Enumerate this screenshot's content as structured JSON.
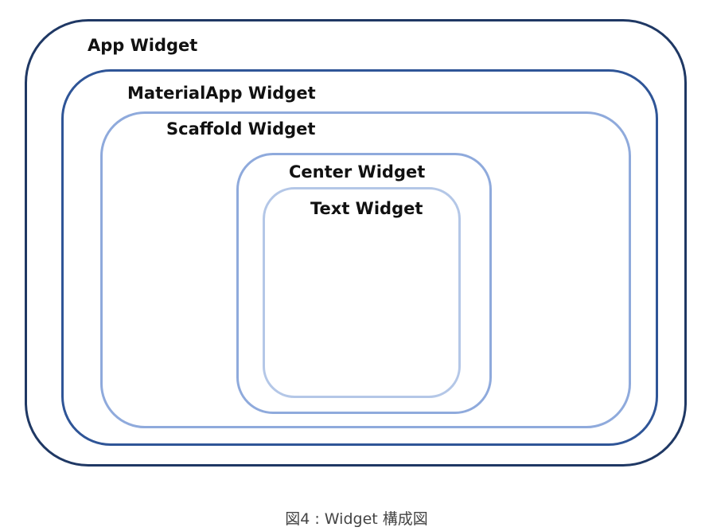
{
  "diagram": {
    "boxes": [
      {
        "label": "App Widget",
        "color": "#1f3864"
      },
      {
        "label": "MaterialApp Widget",
        "color": "#2f5597"
      },
      {
        "label": "Scaffold Widget",
        "color": "#8faadc"
      },
      {
        "label": "Center Widget",
        "color": "#8faadc"
      },
      {
        "label": "Text Widget",
        "color": "#b4c7e7"
      }
    ]
  },
  "caption": "図4 : Widget 構成図"
}
